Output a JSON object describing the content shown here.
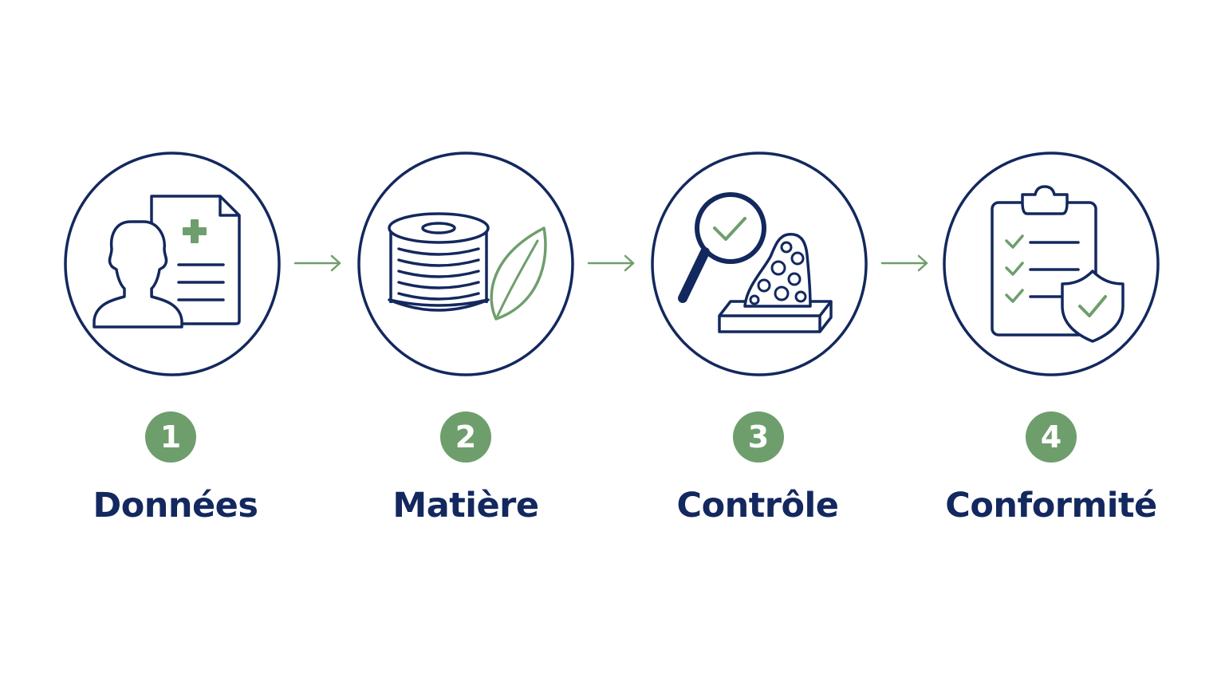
{
  "colors": {
    "primary": "#13285e",
    "accent": "#6e9e6c",
    "background": "#ffffff"
  },
  "steps": [
    {
      "number": "1",
      "label": "Données",
      "icon": "patient-medical-record-icon"
    },
    {
      "number": "2",
      "label": "Matière",
      "icon": "filament-spool-leaf-icon"
    },
    {
      "number": "3",
      "label": "Contrôle",
      "icon": "magnifier-inspection-icon"
    },
    {
      "number": "4",
      "label": "Conformité",
      "icon": "clipboard-shield-check-icon"
    }
  ],
  "connectors": [
    "arrow-right-icon",
    "arrow-right-icon",
    "arrow-right-icon"
  ]
}
